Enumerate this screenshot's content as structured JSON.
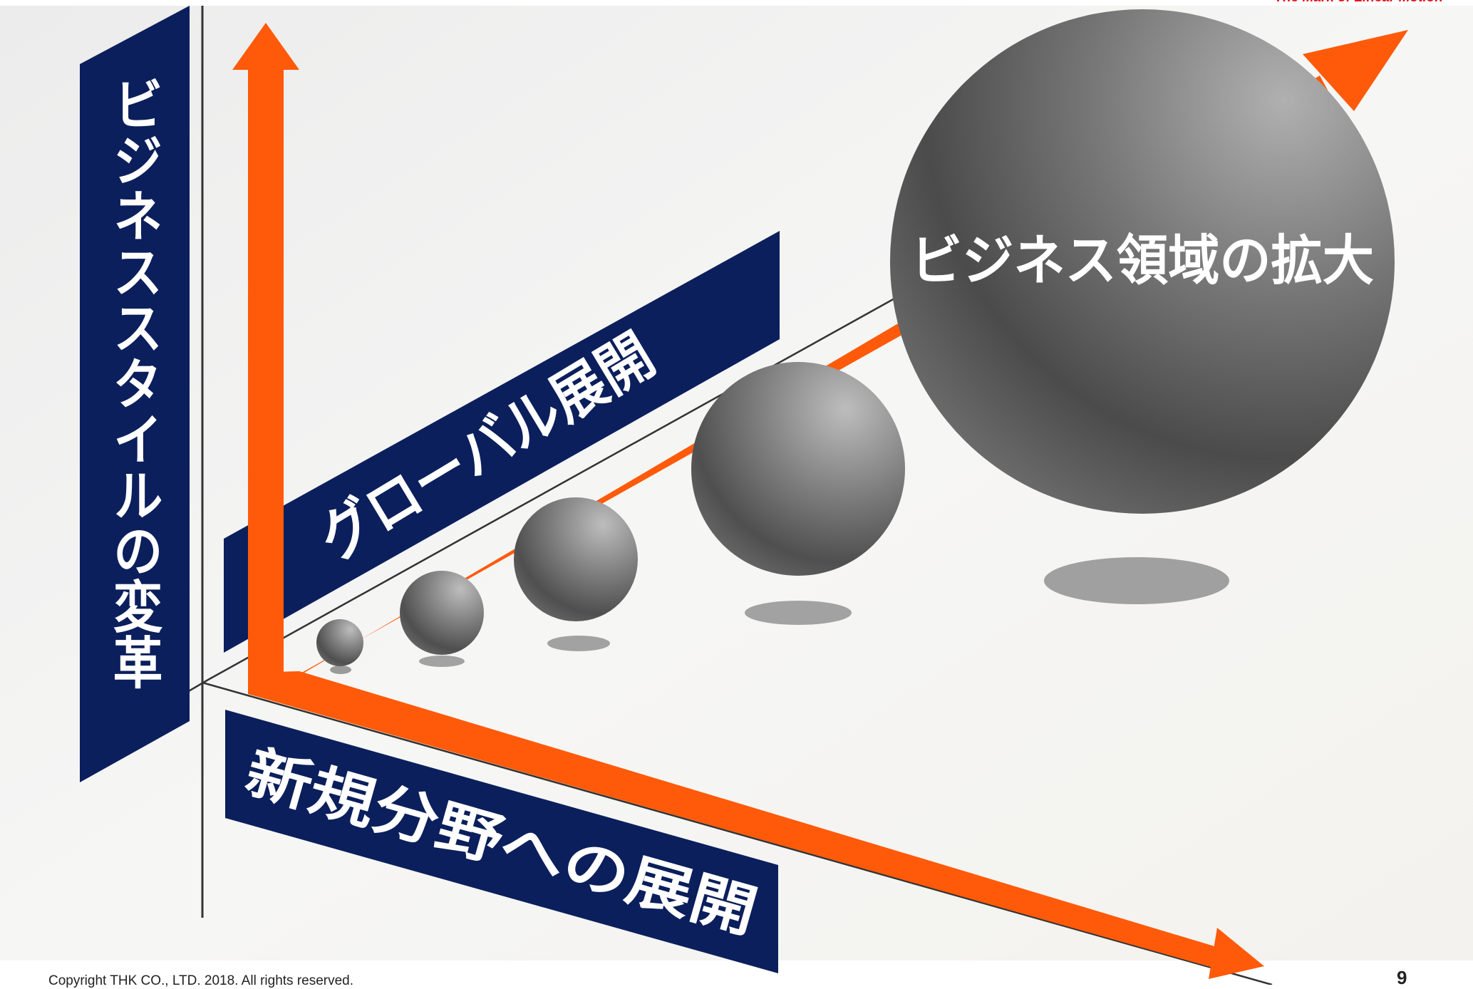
{
  "brand": "The Mark of Linear Motion",
  "labels": {
    "vertical_axis": "ビジネススタイルの変革",
    "diagonal_axis": "グローバル展開",
    "horizontal_axis": "新規分野への展開",
    "big_sphere": "ビジネス領域の拡大"
  },
  "footer": {
    "copyright": "Copyright THK CO., LTD. 2018. All rights reserved.",
    "page_number": "9"
  },
  "colors": {
    "navy": "#0b1f5c",
    "orange": "#ff5a0a",
    "brand_red": "#e8111a"
  },
  "icons": [
    "arrow-up-icon",
    "arrow-diagonal-icon",
    "arrow-right-icon"
  ]
}
